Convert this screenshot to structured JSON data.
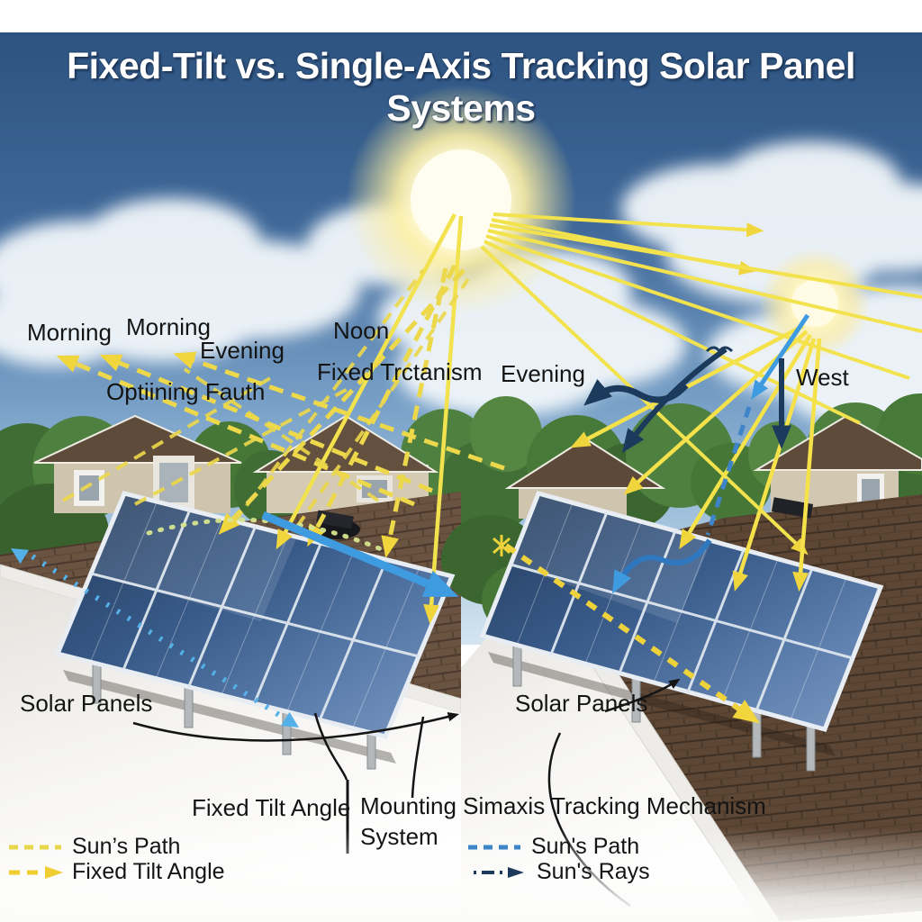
{
  "title": "Fixed-Tilt vs. Single-Axis Tracking Solar Panel Systems",
  "sky_labels": {
    "morning_outer": "Morning",
    "morning_inner": "Morning",
    "evening_left": "Evening",
    "noon": "Noon",
    "fixed_mechanism": "Fixed Trctanism",
    "optimal_angle": "Optiining Fauth",
    "evening_right": "Evening",
    "west": "West"
  },
  "ground_labels": {
    "solar_panels_left": "Solar Panels",
    "solar_panels_right": "Solar Panels",
    "fixed_tilt_angle": "Fixed Tilt Angle",
    "mounting_line1": "Mounting Simaxis Tracking Mechanism",
    "mounting_line2": "System"
  },
  "legend_left": {
    "suns_path": "Sun’s Path",
    "fixed_tilt_angle": "Fixed Tilt Angle"
  },
  "legend_right": {
    "suns_path": "Sun's Path",
    "suns_rays": "Sun's Rays"
  },
  "colors": {
    "sky_top": "#2d5380",
    "sun_ray_yellow": "#f2e050",
    "legend_gold": "#f0cd30",
    "path_blue": "#3d85c8",
    "rays_navy": "#1c3a5c",
    "arrow_blue": "#3f9be0",
    "roof_brown_left": "#6b5342",
    "roof_brown_right": "#5e4635",
    "panel_blue": "#3a5d8c"
  }
}
